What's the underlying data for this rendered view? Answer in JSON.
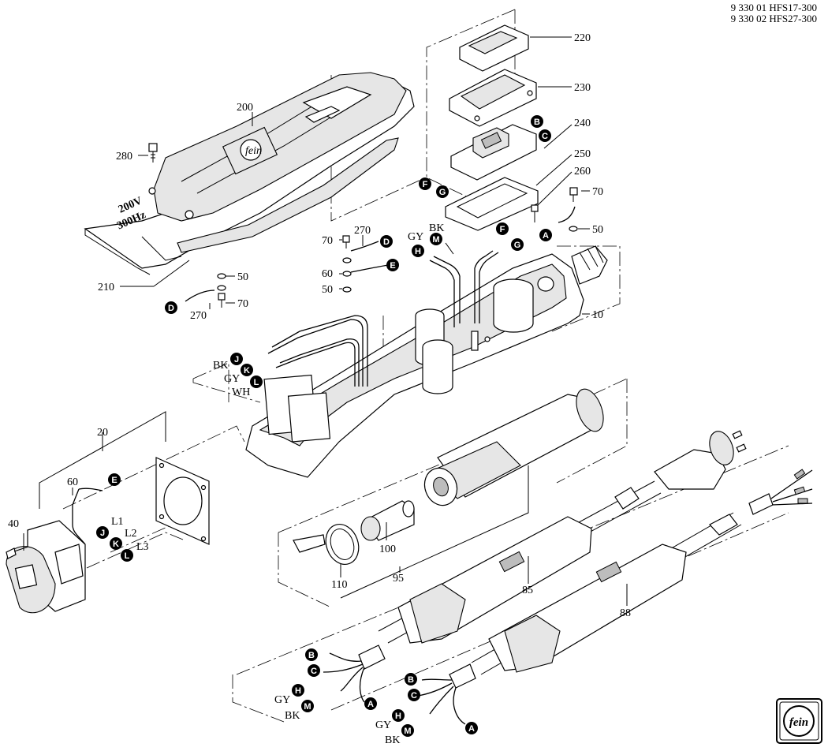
{
  "header": {
    "line1": "9 330 01 HFS17-300",
    "line2": "9 330 02 HFS27-300"
  },
  "part_numbers": {
    "p10": "10",
    "p20": "20",
    "p40": "40",
    "p50a": "50",
    "p50b": "50",
    "p50c": "50",
    "p60a": "60",
    "p60b": "60",
    "p70a": "70",
    "p70b": "70",
    "p70c": "70",
    "p85": "85",
    "p88": "88",
    "p95": "95",
    "p100": "100",
    "p110": "110",
    "p200": "200",
    "p210": "210",
    "p220": "220",
    "p230": "230",
    "p240": "240",
    "p250": "250",
    "p260": "260",
    "p270a": "270",
    "p270b": "270",
    "p280": "280"
  },
  "connection_markers": {
    "A": "A",
    "B": "B",
    "C": "C",
    "D": "D",
    "E": "E",
    "F": "F",
    "G": "G",
    "H": "H",
    "J": "J",
    "K": "K",
    "L": "L",
    "M": "M"
  },
  "wire_labels": {
    "BK": "BK",
    "GY": "GY",
    "WH": "WH",
    "L1": "L1",
    "L2": "L2",
    "L3": "L3"
  },
  "decals": {
    "voltage": "200V",
    "frequency": "300Hz"
  },
  "logo": {
    "text": "fein"
  }
}
